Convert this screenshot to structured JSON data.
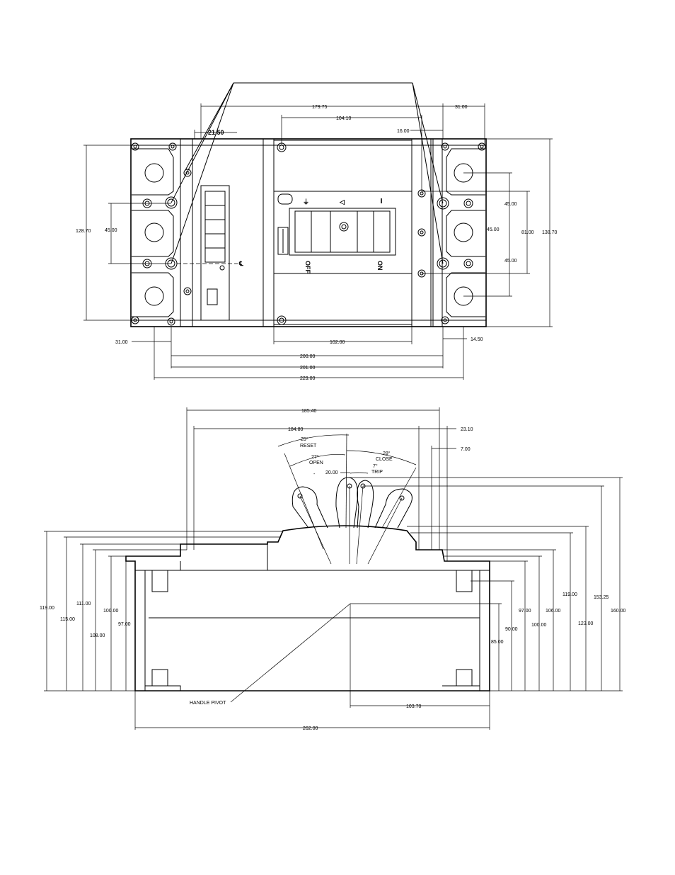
{
  "top_view": {
    "dims": {
      "d179_75": "179.75",
      "d104_10": "104.10",
      "d31_00_top": "31.00",
      "d21_50": "21.50",
      "d16_00": "16.00",
      "d128_70": "128.70",
      "d45_00_left": "45.00",
      "d45_00_r1": "45.00",
      "d45_00_r2": "45.00",
      "d45_00_r3": "45.00",
      "d81_00": "81.00",
      "d138_70": "138.70",
      "d102_00": "102.00",
      "d31_00_bottom": "31.00",
      "d14_50": "14.50",
      "d200_00": "200.00",
      "d201_00": "201.00",
      "d229_00": "229.00"
    },
    "labels": {
      "off": "OFF",
      "on": "ON",
      "centerline": "℄"
    }
  },
  "side_view": {
    "dims": {
      "d185_40": "185.40",
      "d184_80": "184.80",
      "d23_10": "23.10",
      "d7_00": "7.00",
      "d20_00": "20.00",
      "d119_00_left": "119.00",
      "d115_00": "115.00",
      "d111_00": "111.00",
      "d108_00": "108.00",
      "d100_00_left": "100.00",
      "d97_00_left": "97.00",
      "d90_00": "90.00",
      "d85_00": "85.00",
      "d97_00_right": "97.00",
      "d100_00_right": "100.00",
      "d106_00": "106.00",
      "d119_00_right": "119.00",
      "d123_00": "123.00",
      "d153_25": "153.25",
      "d160_00": "160.00",
      "d103_70": "103.70",
      "d262_00": "262.00"
    },
    "angles": {
      "reset": "25°",
      "reset_label": "RESET",
      "open": "27°",
      "open_label": "OPEN",
      "close": "28°",
      "close_label": "CLOSE",
      "trip": "7°",
      "trip_label": "TRIP"
    },
    "handle_pivot": "HANDLE PIVOT"
  }
}
